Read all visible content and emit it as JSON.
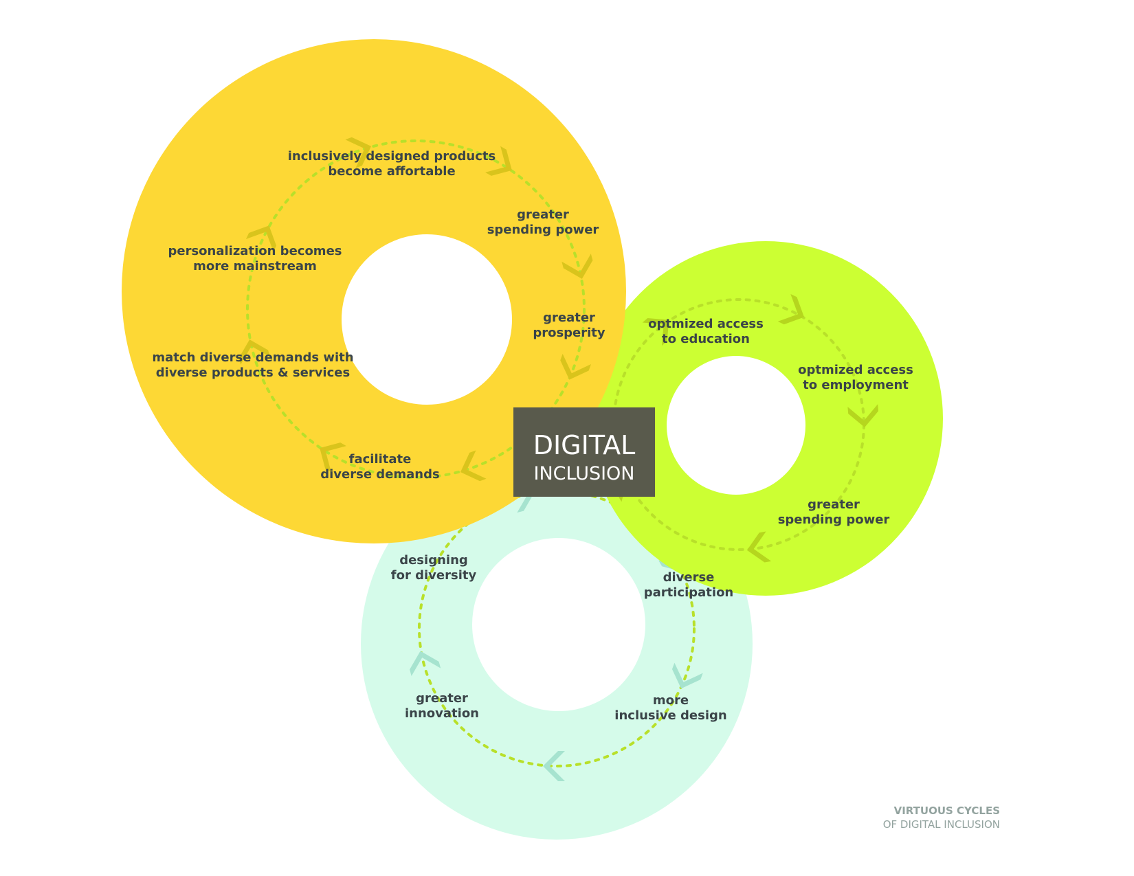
{
  "colors": {
    "yellow_ring": "#fdd835",
    "green_ring": "#ccff33",
    "mint_ring": "#d5fbea",
    "center_box": "#595a4c",
    "label_text": "#3a4448",
    "dash": "#b8e02a",
    "caption": "#93a39f"
  },
  "center": {
    "line1": "DIGITAL",
    "line2": "INCLUSION"
  },
  "cycles": {
    "yellow": {
      "labels": [
        {
          "l1": "inclusively designed products",
          "l2": "become affortable"
        },
        {
          "l1": "greater",
          "l2": "spending power"
        },
        {
          "l1": "greater",
          "l2": "prosperity"
        },
        {
          "l1": "facilitate",
          "l2": "diverse demands"
        },
        {
          "l1": "match diverse demands with",
          "l2": "diverse products & services"
        },
        {
          "l1": "personalization becomes",
          "l2": "more mainstream"
        }
      ]
    },
    "green": {
      "labels": [
        {
          "l1": "optmized access",
          "l2": "to education"
        },
        {
          "l1": "optmized access",
          "l2": "to employment"
        },
        {
          "l1": "greater",
          "l2": "spending power"
        }
      ]
    },
    "mint": {
      "labels": [
        {
          "l1": "designing",
          "l2": "for diversity"
        },
        {
          "l1": "diverse",
          "l2": "participation"
        },
        {
          "l1": "more",
          "l2": "inclusive design"
        },
        {
          "l1": "greater",
          "l2": "innovation"
        }
      ]
    }
  },
  "caption": {
    "line1": "VIRTUOUS CYCLES",
    "line2": "OF DIGITAL INCLUSION"
  }
}
